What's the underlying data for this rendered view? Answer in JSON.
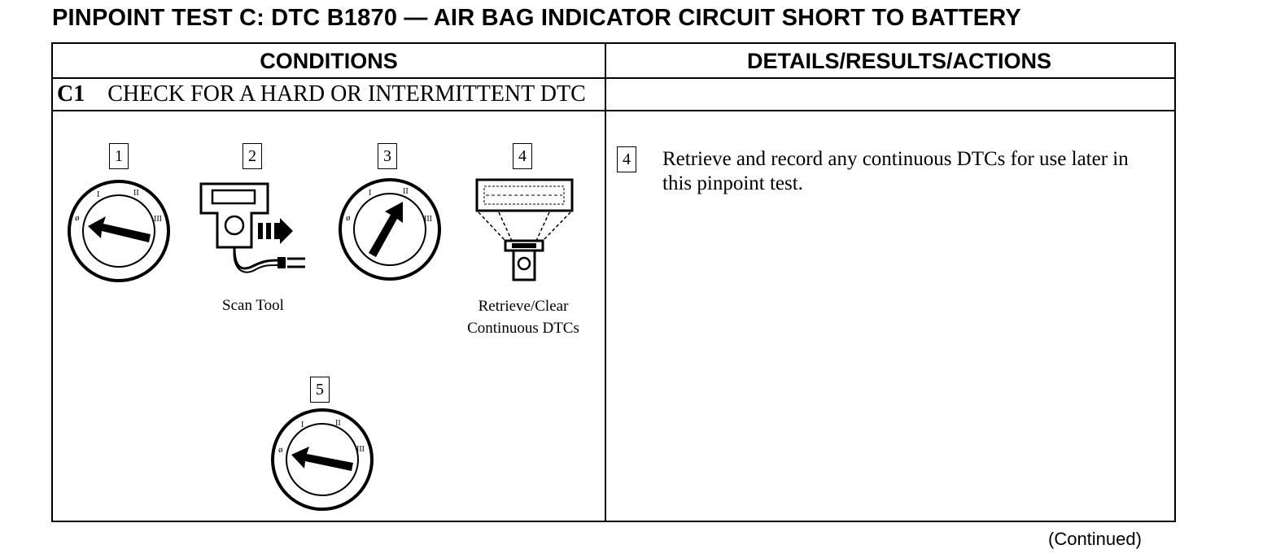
{
  "title": "PINPOINT TEST C:  DTC B1870 — AIR BAG INDICATOR CIRCUIT SHORT TO BATTERY",
  "table": {
    "headers": {
      "conditions": "CONDITIONS",
      "details": "DETAILS/RESULTS/ACTIONS"
    },
    "step": {
      "number": "C1",
      "label": "CHECK FOR A HARD OR INTERMITTENT DTC"
    },
    "conditions": {
      "items": [
        {
          "number": "1",
          "icon": "ignition-off-icon"
        },
        {
          "number": "2",
          "icon": "scan-tool-connect-icon",
          "caption": "Scan Tool"
        },
        {
          "number": "3",
          "icon": "ignition-run-icon"
        },
        {
          "number": "4",
          "icon": "retrieve-dtc-icon",
          "caption_line1": "Retrieve/Clear",
          "caption_line2": "Continuous DTCs"
        },
        {
          "number": "5",
          "icon": "ignition-off-icon"
        }
      ]
    },
    "actions": [
      {
        "number": "4",
        "text": "Retrieve and record any continuous DTCs for use later in this pinpoint test."
      }
    ]
  },
  "footer": "(Continued)"
}
